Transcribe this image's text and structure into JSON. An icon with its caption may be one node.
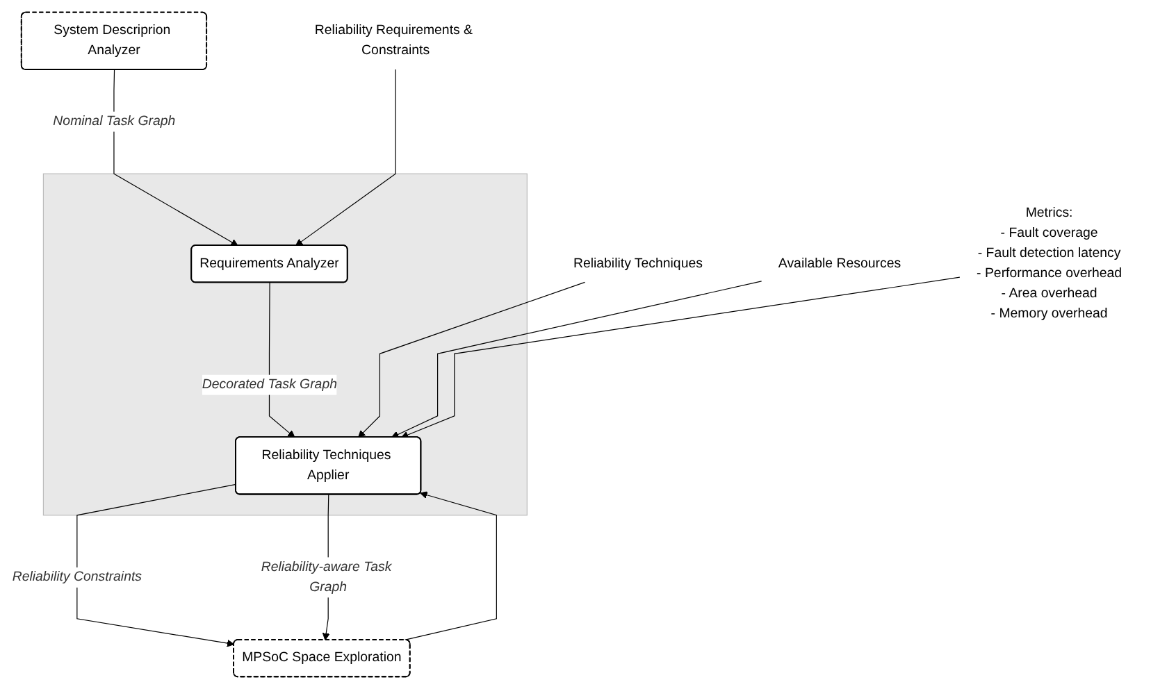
{
  "diagram": {
    "nodes": [
      {
        "text": [],
        "shape": "box"
      },
      {
        "text": [
          "System Descriprion Analyzer"
        ]
      },
      {
        "text": [
          "Requirements Analyzer"
        ],
        "in": 0
      },
      {
        "text": [
          "Reliability Techniques Applier"
        ],
        "in": 0
      },
      {
        "text": [
          "MPSoC Space Exploration"
        ]
      },
      {
        "text": [
          "Reliability Requirements & Constraints"
        ]
      },
      {
        "text": [
          "Reliability Techniques"
        ]
      },
      {
        "text": [
          "Available Resources"
        ]
      },
      {
        "text": [
          "Metrics:",
          "- Fault coverage",
          "- Fault detection latency",
          "- Performance overhead",
          "- Area overhead",
          "- Memory overhead"
        ]
      }
    ],
    "edges": [
      {
        "from": 1,
        "to": 2,
        "arrow": "to",
        "label": "Nominal Task Graph"
      },
      {
        "from": 5,
        "to": 2,
        "arrow": "to"
      },
      {
        "from": 2,
        "to": 3,
        "arrow": "to",
        "label": "Decorated Task Graph"
      },
      {
        "from": 6,
        "to": 3,
        "arrow": "to"
      },
      {
        "from": 7,
        "to": 3,
        "arrow": "to"
      },
      {
        "from": 8,
        "to": 3,
        "arrow": "to"
      },
      {
        "from": 3,
        "to": 4,
        "arrow": "to",
        "label": "Reliability Constraints"
      },
      {
        "from": 4,
        "to": 3,
        "arrow": "to"
      },
      {
        "from": 3,
        "to": 4,
        "arrow": "to",
        "label": "Reliability-aware Task Graph"
      }
    ]
  }
}
